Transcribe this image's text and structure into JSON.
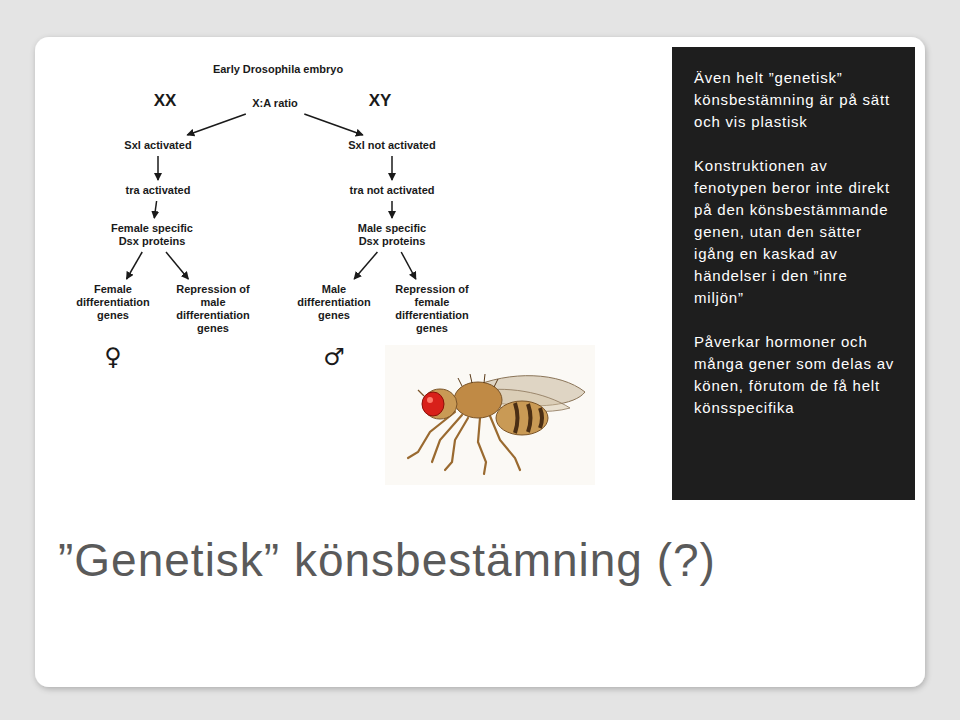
{
  "diagram": {
    "title": "”Genetisk” könsbestämning (?)",
    "nodes": [
      {
        "text": [
          "X:A ratio"
        ]
      },
      {
        "text": [
          "Sxl activated"
        ]
      },
      {
        "text": [
          "Sxl not activated"
        ]
      },
      {
        "text": [
          "tra activated"
        ]
      },
      {
        "text": [
          "tra not activated"
        ]
      },
      {
        "text": [
          "Female specific Dsx proteins"
        ]
      },
      {
        "text": [
          "Male specific Dsx proteins"
        ]
      },
      {
        "text": [
          "Female differentiation genes"
        ]
      },
      {
        "text": [
          "Repression of male differentiation genes"
        ]
      },
      {
        "text": [
          "Male differentiation genes"
        ]
      },
      {
        "text": [
          "Repression of female differentiation genes"
        ]
      },
      {
        "text": [
          "Även helt ”genetisk” könsbestämning är på sätt och vis plastisk",
          "Konstruktionen av fenotypen beror inte direkt på den könsbestämmande genen, utan den sätter igång en kaskad av händelser i den ”inre miljön”",
          "Påverkar hormoner och många gener som delas av könen, förutom de få helt könsspecifika"
        ]
      }
    ],
    "edges": [
      {
        "from": 0,
        "to": 1,
        "arrow": "to"
      },
      {
        "from": 0,
        "to": 2,
        "arrow": "to"
      },
      {
        "from": 1,
        "to": 3,
        "arrow": "to"
      },
      {
        "from": 2,
        "to": 4,
        "arrow": "to"
      },
      {
        "from": 3,
        "to": 5,
        "arrow": "to"
      },
      {
        "from": 4,
        "to": 6,
        "arrow": "to"
      },
      {
        "from": 5,
        "to": 7,
        "arrow": "to"
      },
      {
        "from": 5,
        "to": 8,
        "arrow": "to"
      },
      {
        "from": 6,
        "to": 9,
        "arrow": "to"
      },
      {
        "from": 6,
        "to": 10,
        "arrow": "to"
      }
    ],
    "labels": [
      "Early Drosophila embryo",
      "XX",
      "XY",
      "♀",
      "♂"
    ]
  }
}
